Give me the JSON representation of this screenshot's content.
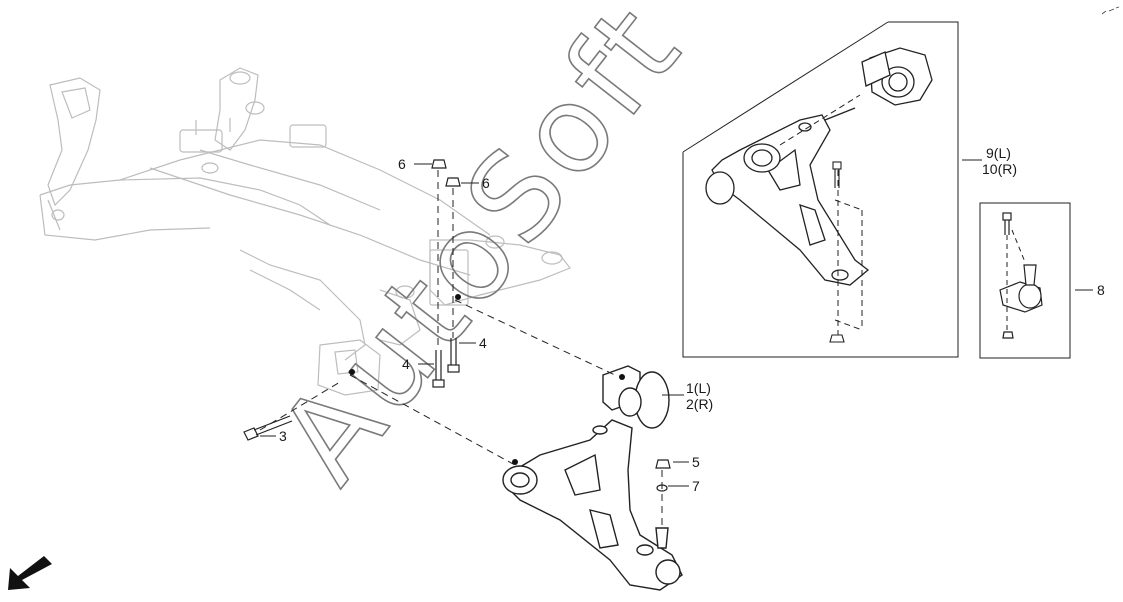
{
  "diagram": {
    "callouts": {
      "c1": "1(L)",
      "c2": "2(R)",
      "c3": "3",
      "c4a": "4",
      "c4b": "4",
      "c5": "5",
      "c6a": "6",
      "c6b": "6",
      "c7": "7",
      "c8": "8",
      "c9": "9(L)",
      "c10": "10(R)"
    },
    "watermark": "AutoSoft",
    "icons": {
      "direction": "front-direction-arrow-icon"
    }
  }
}
